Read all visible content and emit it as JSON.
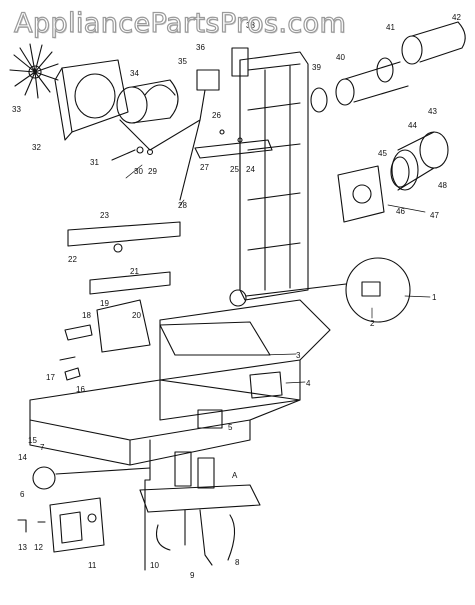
{
  "watermark": "AppliancePartsPros.com",
  "callouts": [
    {
      "id": "c1",
      "label": "1"
    },
    {
      "id": "c2",
      "label": "2"
    },
    {
      "id": "c3",
      "label": "3"
    },
    {
      "id": "c4",
      "label": "4"
    },
    {
      "id": "c5",
      "label": "5"
    },
    {
      "id": "c6",
      "label": "6"
    },
    {
      "id": "c7",
      "label": "7"
    },
    {
      "id": "c8",
      "label": "8"
    },
    {
      "id": "c9",
      "label": "9"
    },
    {
      "id": "c10",
      "label": "10"
    },
    {
      "id": "c11",
      "label": "11"
    },
    {
      "id": "c12",
      "label": "12"
    },
    {
      "id": "c13",
      "label": "13"
    },
    {
      "id": "c14",
      "label": "14"
    },
    {
      "id": "c15",
      "label": "15"
    },
    {
      "id": "c16",
      "label": "16"
    },
    {
      "id": "c17",
      "label": "17"
    },
    {
      "id": "c18",
      "label": "18"
    },
    {
      "id": "c19",
      "label": "19"
    },
    {
      "id": "c20",
      "label": "20"
    },
    {
      "id": "c21",
      "label": "21"
    },
    {
      "id": "c22",
      "label": "22"
    },
    {
      "id": "c23",
      "label": "23"
    },
    {
      "id": "c24",
      "label": "24"
    },
    {
      "id": "c25",
      "label": "25"
    },
    {
      "id": "c26",
      "label": "26"
    },
    {
      "id": "c27",
      "label": "27"
    },
    {
      "id": "c28",
      "label": "28"
    },
    {
      "id": "c29",
      "label": "29"
    },
    {
      "id": "c30",
      "label": "30"
    },
    {
      "id": "c31",
      "label": "31"
    },
    {
      "id": "c32",
      "label": "32"
    },
    {
      "id": "c33",
      "label": "33"
    },
    {
      "id": "c34",
      "label": "34"
    },
    {
      "id": "c35",
      "label": "35"
    },
    {
      "id": "c36",
      "label": "36"
    },
    {
      "id": "c38",
      "label": "38"
    },
    {
      "id": "c39",
      "label": "39"
    },
    {
      "id": "c40",
      "label": "40"
    },
    {
      "id": "c41",
      "label": "41"
    },
    {
      "id": "c42",
      "label": "42"
    },
    {
      "id": "c43",
      "label": "43"
    },
    {
      "id": "c44",
      "label": "44"
    },
    {
      "id": "c45",
      "label": "45"
    },
    {
      "id": "c46",
      "label": "46"
    },
    {
      "id": "c47",
      "label": "47"
    },
    {
      "id": "c48",
      "label": "48"
    },
    {
      "id": "cA",
      "label": "A"
    }
  ]
}
